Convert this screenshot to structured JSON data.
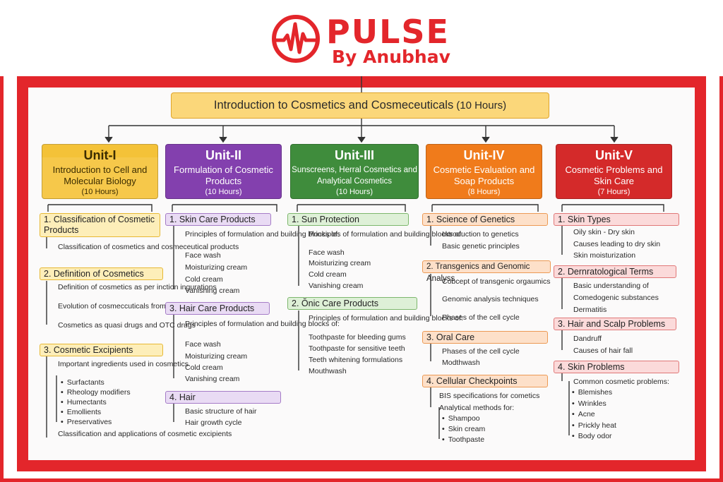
{
  "brand": {
    "name": "PULSE",
    "subtitle": "By Anubhav",
    "accent": "#e3262b"
  },
  "main_title": {
    "text": "Introduction to Cosmetics and Cosmeceuticals",
    "hours": "(10 Hours)"
  },
  "units": [
    {
      "head": "Unit-I",
      "title": "Introduction to Cell and Molecular Biology",
      "hours": "(10 Hours)",
      "color": "#f4c238",
      "sections": [
        {
          "label": "1. Classification of Cosmetic Products",
          "items": [
            "Classification of cosmetics and cosmeceutical products"
          ]
        },
        {
          "label": "2. Definition of Cosmetics",
          "items": [
            "Definition of cosmetics as per inction ingurations",
            "Evolution of cosmeccuticals from cosmetics",
            "Cosmetics as quasi drugs and OTC drugs"
          ]
        },
        {
          "label": "3. Cosmetic Excipients",
          "items": [
            "Important ingredients used in cosmetics",
            "Classification and applications of cosmetic excipients"
          ],
          "subitems": [
            "Surfactants",
            "Rheology modifiers",
            "Humectants",
            "Emollients",
            "Preservatives"
          ]
        }
      ]
    },
    {
      "head": "Unit-II",
      "title": "Formulation of Cosmetic Products",
      "hours": "(10 Hours)",
      "color": "#8340ae",
      "sections": [
        {
          "label": "1. Skin Care Products",
          "items": [
            "Principles of formulation and building blocks of:",
            "Face wash",
            "Moisturizing cream",
            "Cold cream",
            "Vanishing cream"
          ]
        },
        {
          "label": "3. Hair Care Products",
          "items": [
            "Principles of formulation and building blocks of:",
            "Face wash",
            "Moisturizing cream",
            "Cold cream",
            "Vanishing cream"
          ]
        },
        {
          "label": "4. Hair",
          "items": [
            "Basic structure of hair",
            "Hair growth cycle"
          ]
        }
      ]
    },
    {
      "head": "Unit-III",
      "title": "Sunscreens, Herral Cosmetics and Analytical Cosmetics",
      "hours": "(10 Hours)",
      "color": "#3f8c3c",
      "sections": [
        {
          "label": "1. Sun Protection",
          "items": [
            "Principles of formulation and building blocks of:",
            "Face wash",
            "Moisturizing cream",
            "Cold cream",
            "Vanishing cream"
          ]
        },
        {
          "label": "2. Ŏnic Care Products",
          "items": [
            "Principles of formulation and building blocks of:",
            "Toothpaste for bleeding gums",
            "Toothpaste for sensitive teeth",
            "Teeth whitening formulations",
            "Mouthwash"
          ]
        }
      ]
    },
    {
      "head": "Unit-IV",
      "title": "Cosmetic Evaluation and Soap Products",
      "hours": "(8 Hours)",
      "color": "#f07b1b",
      "sections": [
        {
          "label": "1. Science of Genetics",
          "items": [
            "Introduction to genetics",
            "Basic genetic principles"
          ]
        },
        {
          "label": "2. Transgenics and Genomic Analyss",
          "items": [
            "Cobcept of transgenic orgaumics",
            "Genomic analysis techniques",
            "Phases of the cell cycle"
          ]
        },
        {
          "label": "3. Oral Care",
          "items": [
            "Phases of the cell cycle",
            "Modthwash"
          ]
        },
        {
          "label": "4. Cellular Checkpoints",
          "items": [
            "BIS specifications for cometics",
            "Analytical methods for:"
          ],
          "subitems": [
            "Shampoo",
            "Skin cream",
            "Toothpaste"
          ]
        }
      ]
    },
    {
      "head": "Unit-V",
      "title": "Cosmetic Problems and Skin Care",
      "hours": "(7 Hours)",
      "color": "#d42a2a",
      "sections": [
        {
          "label": "1. Skin Types",
          "items": [
            "Oily skin - Dry skin",
            "Causes leading to dry skin",
            "Skin moisturization"
          ]
        },
        {
          "label": "2. Dernratological Terms",
          "items": [
            "Basic understanding of",
            "Comedogenic substances",
            "Dermatitis"
          ]
        },
        {
          "label": "3. Hair and Scalp Problems",
          "items": [
            "Dandruff",
            "Causes of hair fall"
          ]
        },
        {
          "label": "4. Skin Problems",
          "items": [
            "Common cosmetic problems:"
          ],
          "subitems": [
            "Blemishes",
            "Wrinkles",
            "Acne",
            "Prickly heat",
            "Body odor"
          ]
        }
      ]
    }
  ]
}
